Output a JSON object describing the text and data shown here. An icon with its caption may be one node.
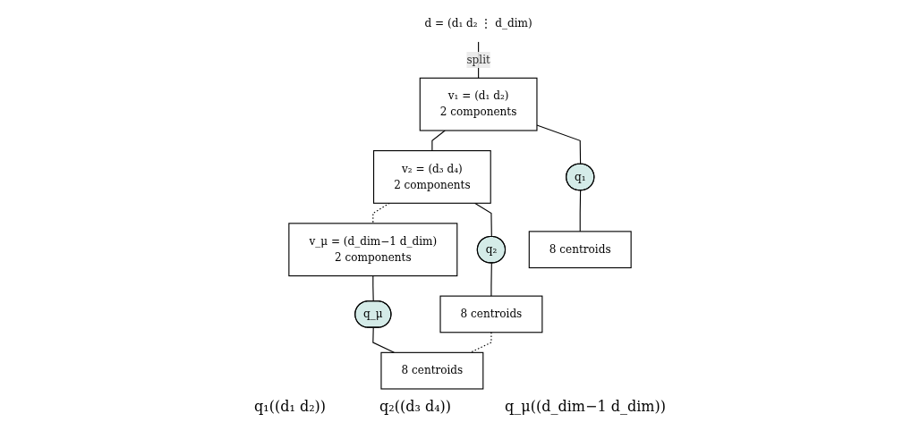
{
  "diagram": {
    "nodes": [
      {
        "text": [
          "d = (d₁ d₂ ⋮ d_dim)"
        ]
      },
      {
        "text": [
          "v₁ = (d₁ d₂)",
          "2 components"
        ]
      },
      {
        "text": [
          "v₂ = (d₃ d₄)",
          "2 components"
        ]
      },
      {
        "text": [
          "v_μ = (d_dim−1 d_dim)",
          "2 components"
        ]
      },
      {
        "text": [
          "q₁"
        ]
      },
      {
        "text": [
          "q₂"
        ]
      },
      {
        "text": [
          "q_μ"
        ]
      },
      {
        "text": [
          "8 centroids"
        ]
      },
      {
        "text": [
          "8 centroids"
        ]
      },
      {
        "text": [
          "8 centroids"
        ]
      }
    ],
    "edges": [
      {
        "from": 0,
        "to": 1,
        "arrow": "none",
        "label": "split"
      },
      {
        "from": 1,
        "to": 2,
        "arrow": "none"
      },
      {
        "from": 2,
        "to": 3,
        "arrow": "none",
        "style": "dashed"
      },
      {
        "from": 1,
        "to": 4,
        "arrow": "none"
      },
      {
        "from": 2,
        "to": 5,
        "arrow": "none"
      },
      {
        "from": 3,
        "to": 6,
        "arrow": "none"
      },
      {
        "from": 4,
        "to": 7,
        "arrow": "none"
      },
      {
        "from": 5,
        "to": 8,
        "arrow": "none"
      },
      {
        "from": 6,
        "to": 9,
        "arrow": "none"
      },
      {
        "from": 8,
        "to": 9,
        "arrow": "none",
        "style": "dashed"
      }
    ],
    "labels": [
      "q₁((d₁ d₂))",
      "q₂((d₃ d₄))",
      "q_μ((d_dim−1 d_dim))"
    ]
  }
}
